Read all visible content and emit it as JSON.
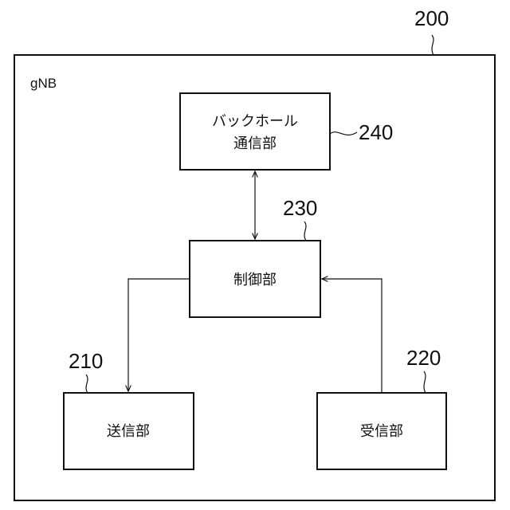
{
  "figure": {
    "outer_ref": "200",
    "outer_label": "gNB"
  },
  "blocks": {
    "backhaul": {
      "ref": "240",
      "label_line1": "バックホール",
      "label_line2": "通信部"
    },
    "control": {
      "ref": "230",
      "label": "制御部"
    },
    "transmit": {
      "ref": "210",
      "label": "送信部"
    },
    "receive": {
      "ref": "220",
      "label": "受信部"
    }
  }
}
